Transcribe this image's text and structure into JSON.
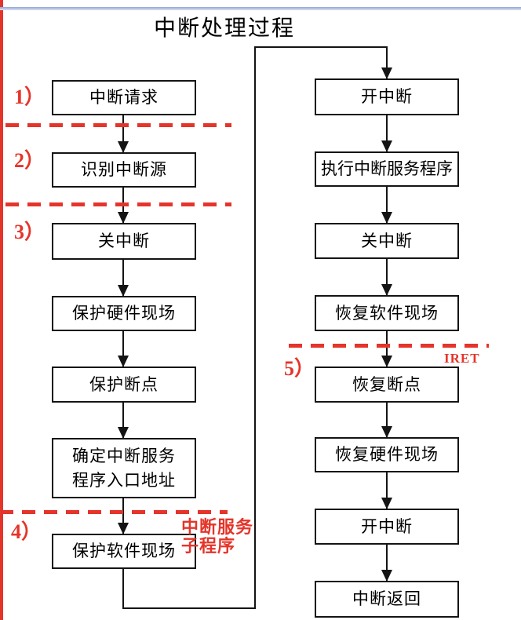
{
  "title": "中断处理过程",
  "colors": {
    "red": "#e5342a"
  },
  "stages": [
    {
      "label": "1）"
    },
    {
      "label": "2）"
    },
    {
      "label": "3）"
    },
    {
      "label": "4）"
    },
    {
      "label": "5）"
    }
  ],
  "left_column": {
    "boxes": [
      {
        "label": "中断请求"
      },
      {
        "label": "识别中断源"
      },
      {
        "label": "关中断"
      },
      {
        "label": "保护硬件现场"
      },
      {
        "label": "保护断点"
      },
      {
        "label": "确定中断服务\n程序入口地址"
      },
      {
        "label": "保护软件现场"
      }
    ]
  },
  "right_column": {
    "boxes": [
      {
        "label": "开中断"
      },
      {
        "label": "执行中断服务程序"
      },
      {
        "label": "关中断"
      },
      {
        "label": "恢复软件现场"
      },
      {
        "label": "恢复断点"
      },
      {
        "label": "恢复硬件现场"
      },
      {
        "label": "开中断"
      },
      {
        "label": "中断返回"
      }
    ]
  },
  "annotations": {
    "isr_subroutine": "中断服务\n子程序",
    "iret": "IRET"
  }
}
